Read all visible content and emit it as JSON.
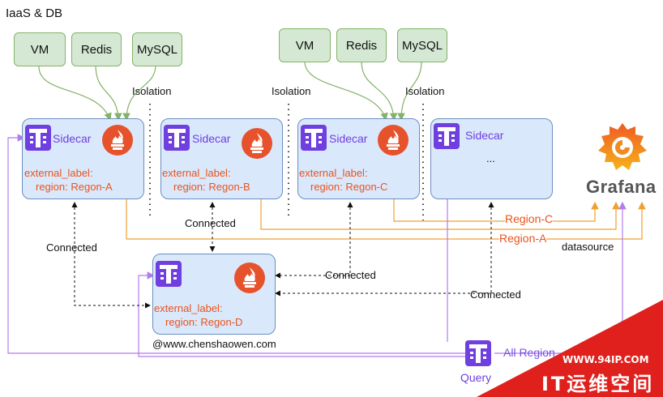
{
  "title": "IaaS  & DB",
  "services_left": [
    "VM",
    "Redis",
    "MySQL"
  ],
  "services_right": [
    "VM",
    "Redis",
    "MySQL"
  ],
  "isolation_label": "Isolation",
  "connected_label": "Connected",
  "sidecar_label": "Sidecar",
  "external_label": "external_label:",
  "regions": {
    "a": "region: Regon-A",
    "b": "region: Regon-B",
    "c": "region: Regon-C",
    "d": "region: Regon-D"
  },
  "ellipsis": "...",
  "edge_region_c": "Region-C",
  "edge_region_a": "Region-A",
  "datasource_label": "datasource",
  "grafana_label": "Grafana",
  "query_label": "Query",
  "all_regions_label": "All Region",
  "credit": "@www.chenshaowen.com",
  "watermark_url": "WWW.94IP.COM",
  "watermark_name": "IT运维空间",
  "colors": {
    "green_fill": "#d5e8d4",
    "green_stroke": "#82b366",
    "blue_fill": "#dae8fc",
    "blue_stroke": "#6c8ebf",
    "thanos_purple": "#6f3fe0",
    "prometheus_orange": "#e6522c",
    "flow_orange": "#f0a030",
    "query_purple": "#b57bee",
    "watermark_red": "#e0201c"
  },
  "icons": [
    "thanos-icon",
    "prometheus-icon",
    "grafana-icon"
  ]
}
